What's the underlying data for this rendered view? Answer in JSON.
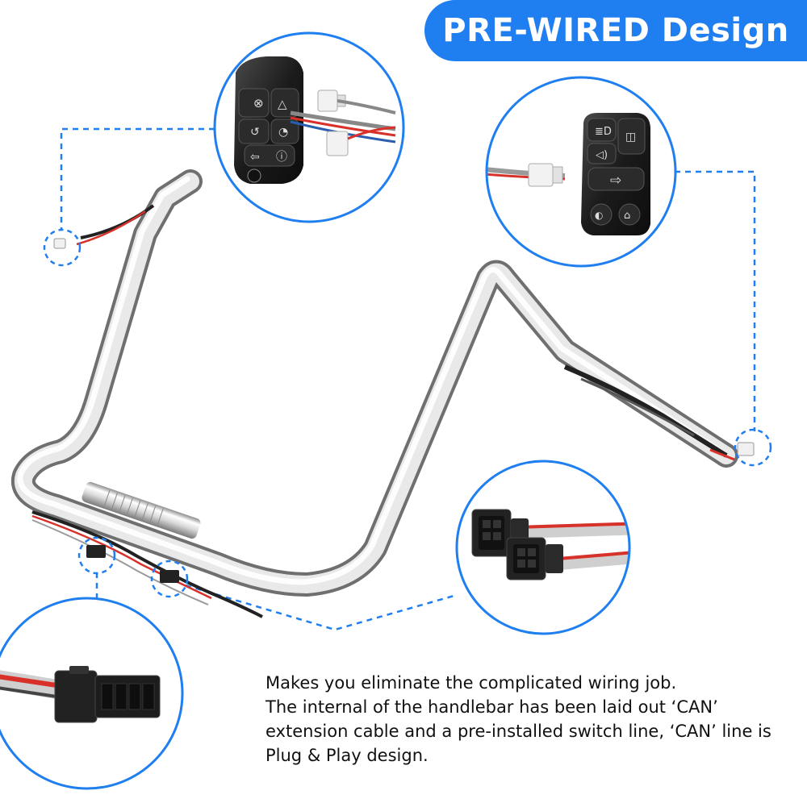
{
  "banner": {
    "title": "PRE-WIRED Design"
  },
  "description": {
    "line1": "Makes you eliminate the complicated wiring job.",
    "line2": "The internal of the handlebar has been laid out ‘CAN’ extension cable and a pre-installed switch line, ‘CAN’ line is Plug & Play design."
  },
  "colors": {
    "accent": "#1f7ff0",
    "chrome_light": "#f2f2f2",
    "chrome_dark": "#9a9a9a",
    "switch_housing": "#1e1e1e",
    "wire_red": "#d8312a"
  },
  "icons": {
    "left_switch": [
      "horn-icon",
      "hazard-icon",
      "cruise-icon",
      "trip-icon",
      "left-turn-icon",
      "info-icon"
    ],
    "right_switch": [
      "headlight-icon",
      "speaker-icon",
      "mode-icon",
      "right-turn-icon",
      "volume-icon",
      "home-icon"
    ]
  }
}
